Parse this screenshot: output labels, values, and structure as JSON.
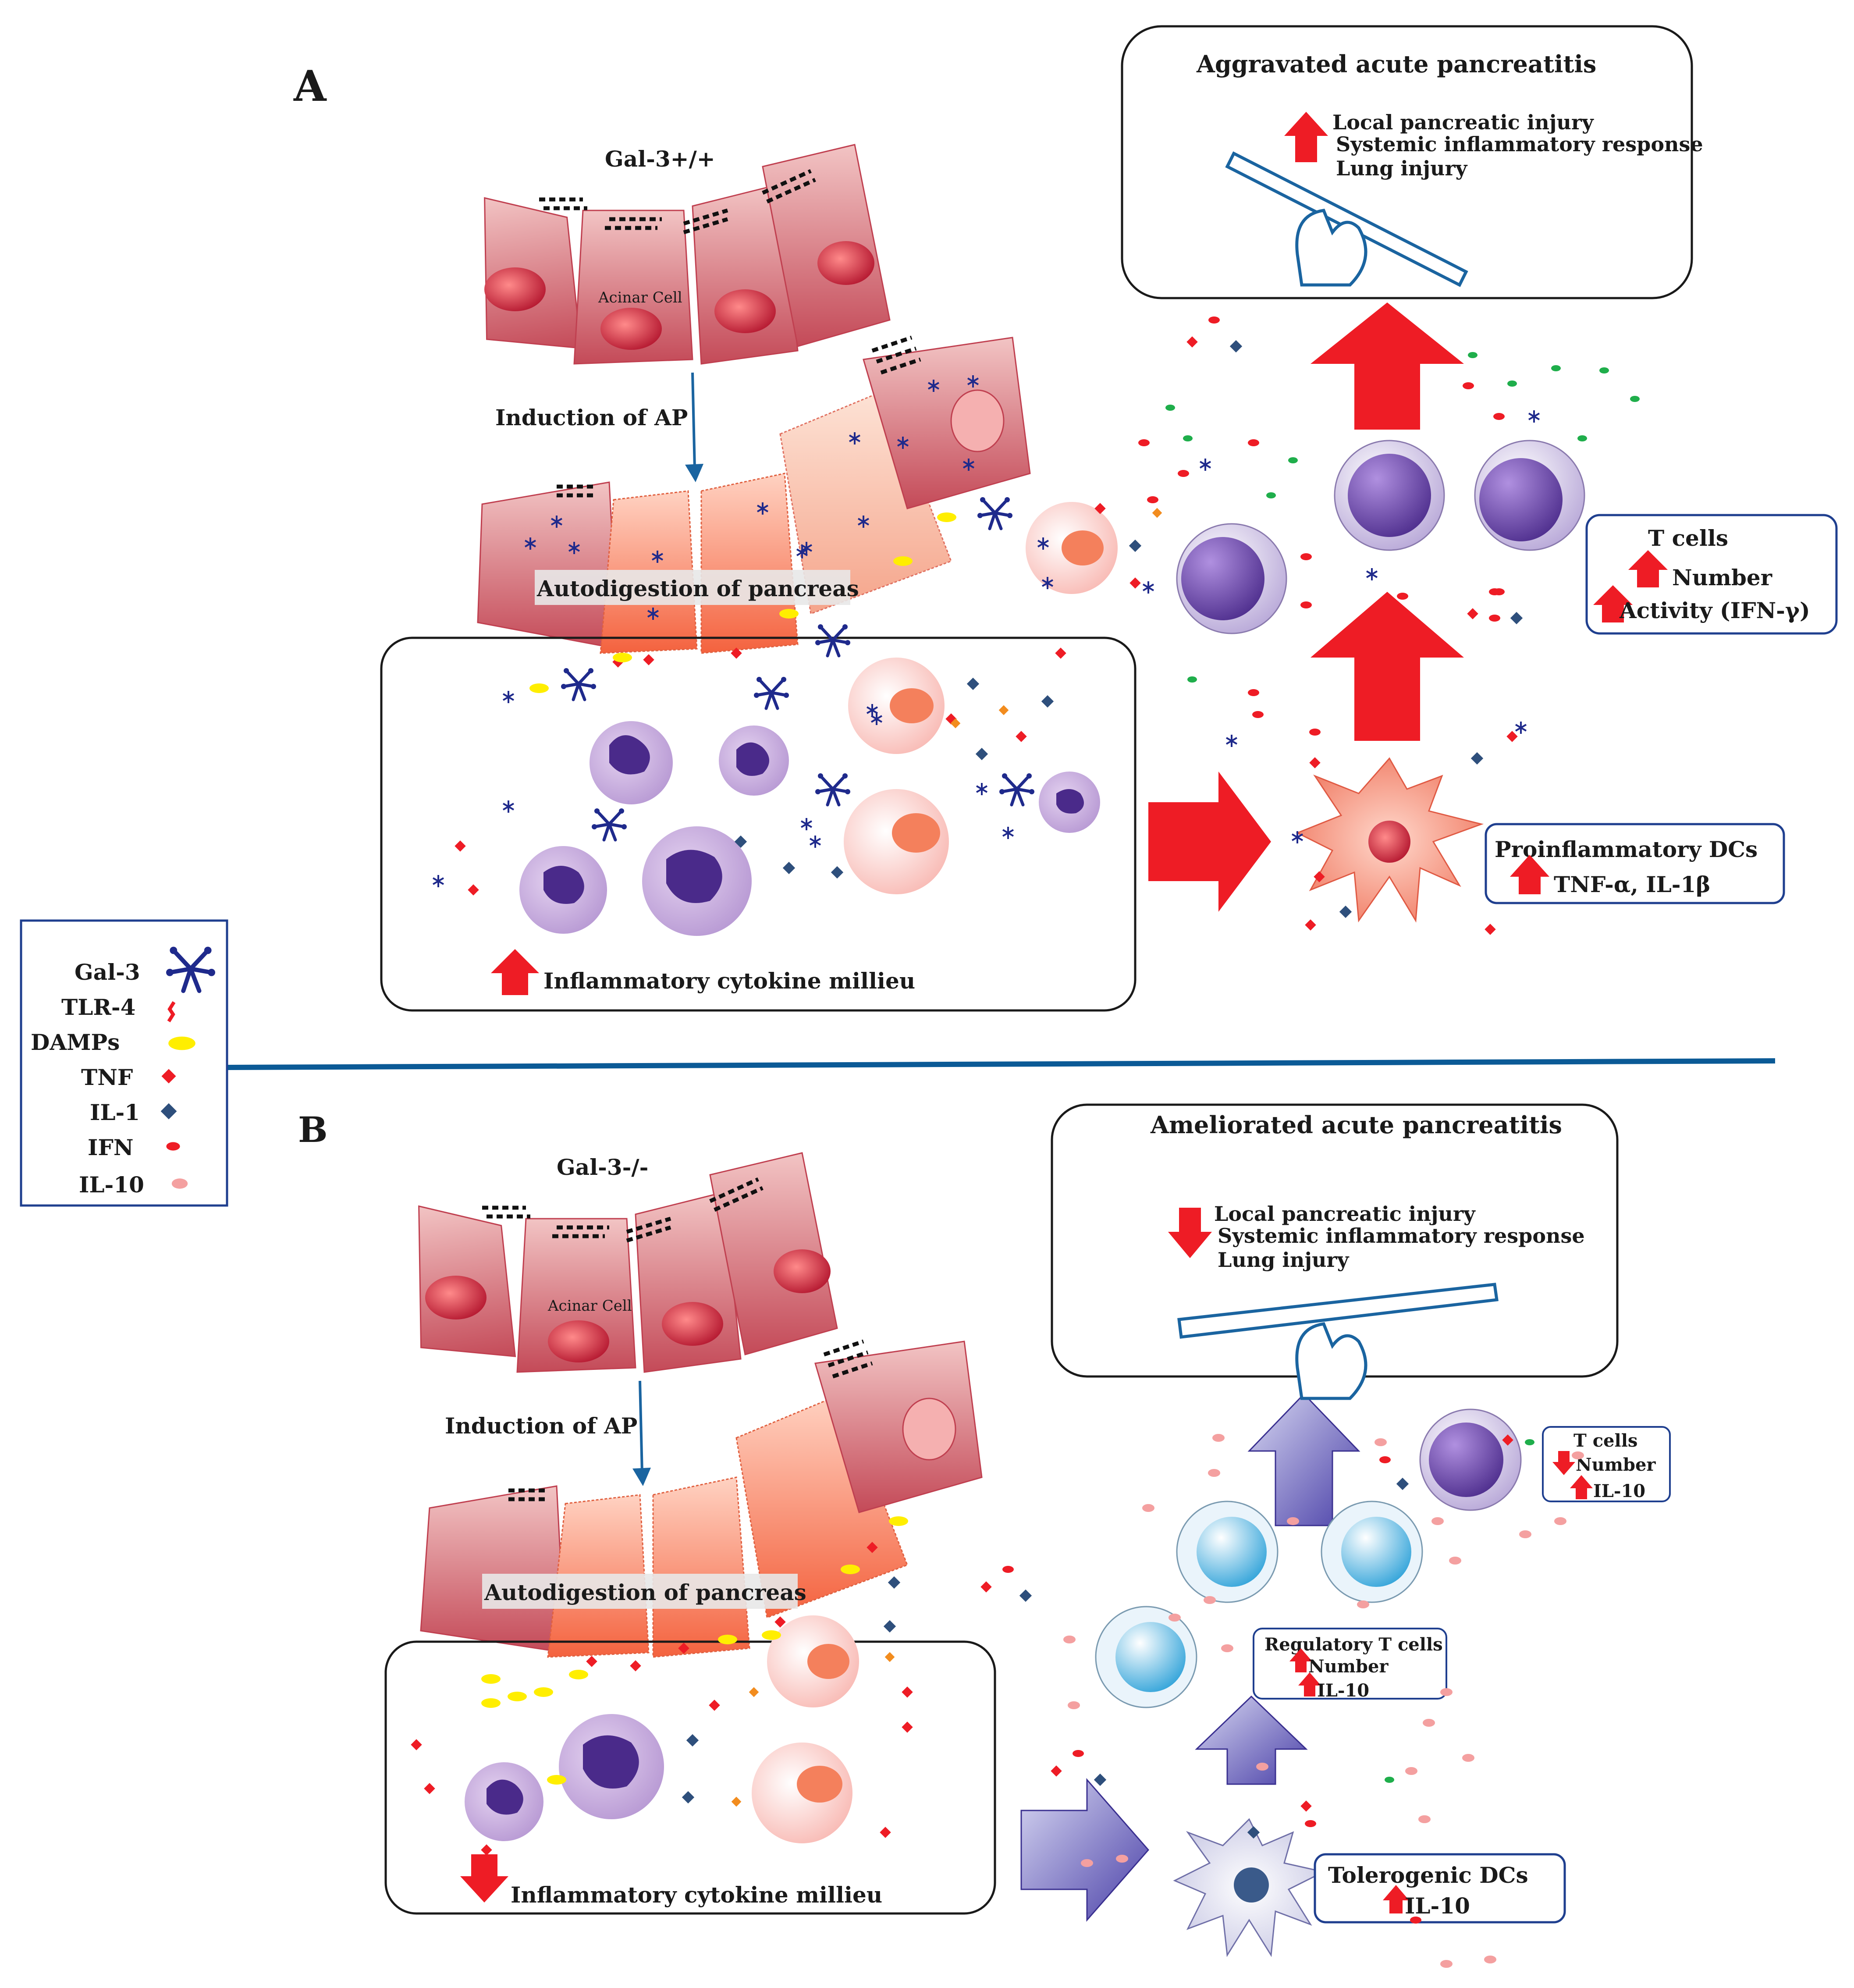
{
  "panel_a": {
    "letter": "A",
    "genotype": "Gal-3+/+",
    "acinar_label": "Acinar Cell",
    "induction": "Induction of AP",
    "autodigestion": "Autodigestion of pancreas",
    "milieu": "Inflammatory cytokine millieu",
    "outcome_title": "Aggravated acute pancreatitis",
    "outcome_items": [
      "Local pancreatic injury",
      "Systemic inflammatory response",
      "Lung injury"
    ],
    "tcells_title": "T cells",
    "tcells_number": "Number",
    "tcells_activity": "Activity (IFN-γ)",
    "dc_title": "Proinflammatory DCs",
    "dc_cytokines": "TNF-α, IL-1β"
  },
  "panel_b": {
    "letter": "B",
    "genotype": "Gal-3-/-",
    "acinar_label": "Acinar Cell",
    "induction": "Induction of AP",
    "autodigestion": "Autodigestion of pancreas",
    "milieu": "Inflammatory cytokine millieu",
    "outcome_title": "Ameliorated acute pancreatitis",
    "outcome_items": [
      "Local pancreatic injury",
      "Systemic inflammatory response",
      "Lung injury"
    ],
    "tcells_title": "T cells",
    "tcells_number": "Number",
    "tcells_il10": "IL-10",
    "treg_title": "Regulatory T cells",
    "treg_number": "Number",
    "treg_il10": "IL-10",
    "dc_title": "Tolerogenic DCs",
    "dc_il10": "IL-10"
  },
  "legend": {
    "items": [
      {
        "label": "Gal-3",
        "symbol": "gal3-star-icon"
      },
      {
        "label": "TLR-4",
        "symbol": "tlr4-receptor-icon"
      },
      {
        "label": "DAMPs",
        "symbol": "damp-ellipse-icon"
      },
      {
        "label": "TNF",
        "symbol": "tnf-diamond-icon"
      },
      {
        "label": "IL-1",
        "symbol": "il1-diamond-icon"
      },
      {
        "label": "IFN",
        "symbol": "ifn-dot-icon"
      },
      {
        "label": "IL-10",
        "symbol": "il10-dot-icon"
      }
    ]
  },
  "colors": {
    "up_arrow": "#ff1a1a",
    "tnf": "#ee1c25",
    "il1": "#2e4f7c",
    "ifn": "#ee1c25",
    "il10": "#f4a0a0",
    "damps": "#ffee00",
    "gal3": "#1f2a8c",
    "box_border": "#1f3f8f",
    "divider": "#0b5a96",
    "blue_arrow": "#5a55b0"
  }
}
